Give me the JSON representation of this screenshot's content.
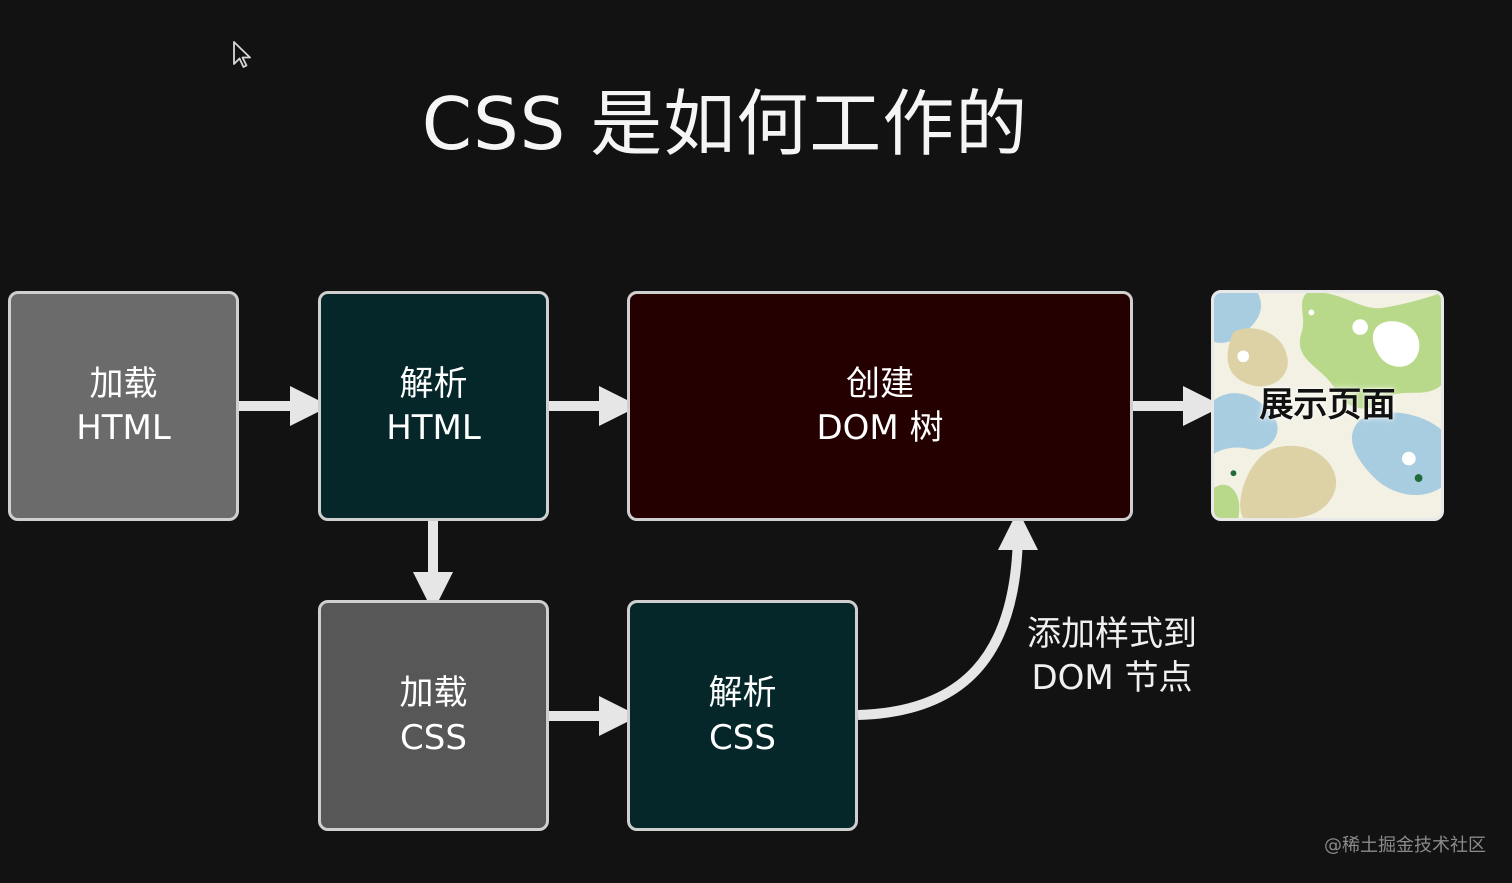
{
  "title": "CSS 是如何工作的",
  "nodes": {
    "load_html": {
      "line1": "加载",
      "line2": "HTML"
    },
    "parse_html": {
      "line1": "解析",
      "line2": "HTML"
    },
    "create_dom": {
      "line1": "创建",
      "line2": "DOM 树"
    },
    "display_page": {
      "line1": "展示页面"
    },
    "load_css": {
      "line1": "加载",
      "line2": "CSS"
    },
    "parse_css": {
      "line1": "解析",
      "line2": "CSS"
    }
  },
  "edge_label": {
    "line1": "添加样式到",
    "line2": "DOM 节点"
  },
  "watermark": "@稀土掘金技术社区",
  "colors": {
    "background": "#121212",
    "gray_box": "#6b6b6b",
    "teal_box": "#05272a",
    "maroon_box": "#240000",
    "arrow": "#e6e6e6",
    "border": "#cfcfcf"
  }
}
